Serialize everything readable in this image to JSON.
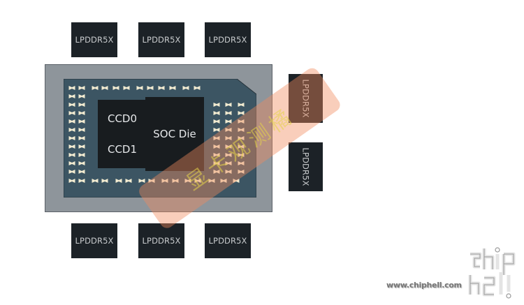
{
  "diagram": {
    "memory_top": [
      {
        "label": "LPDDR5X"
      },
      {
        "label": "LPDDR5X"
      },
      {
        "label": "LPDDR5X"
      }
    ],
    "memory_right": [
      {
        "label": "LPDDR5X"
      },
      {
        "label": "LPDDR5X"
      }
    ],
    "memory_bottom": [
      {
        "label": "LPDDR5X"
      },
      {
        "label": "LPDDR5X"
      },
      {
        "label": "LPDDR5X"
      }
    ],
    "ccd_top": "CCD0",
    "ccd_bottom": "CCD1",
    "soc": "SOC Die"
  },
  "watermark": {
    "text": "显卡观测橘",
    "site": "www.chiphell.com",
    "logo_text": "chip hell"
  },
  "colors": {
    "package": "#8e959b",
    "substrate": "#3c5563",
    "die": "#181c1f",
    "memory": "#1c2227",
    "pad": "#f1ead0",
    "watermark_band": "#f08a5d"
  }
}
